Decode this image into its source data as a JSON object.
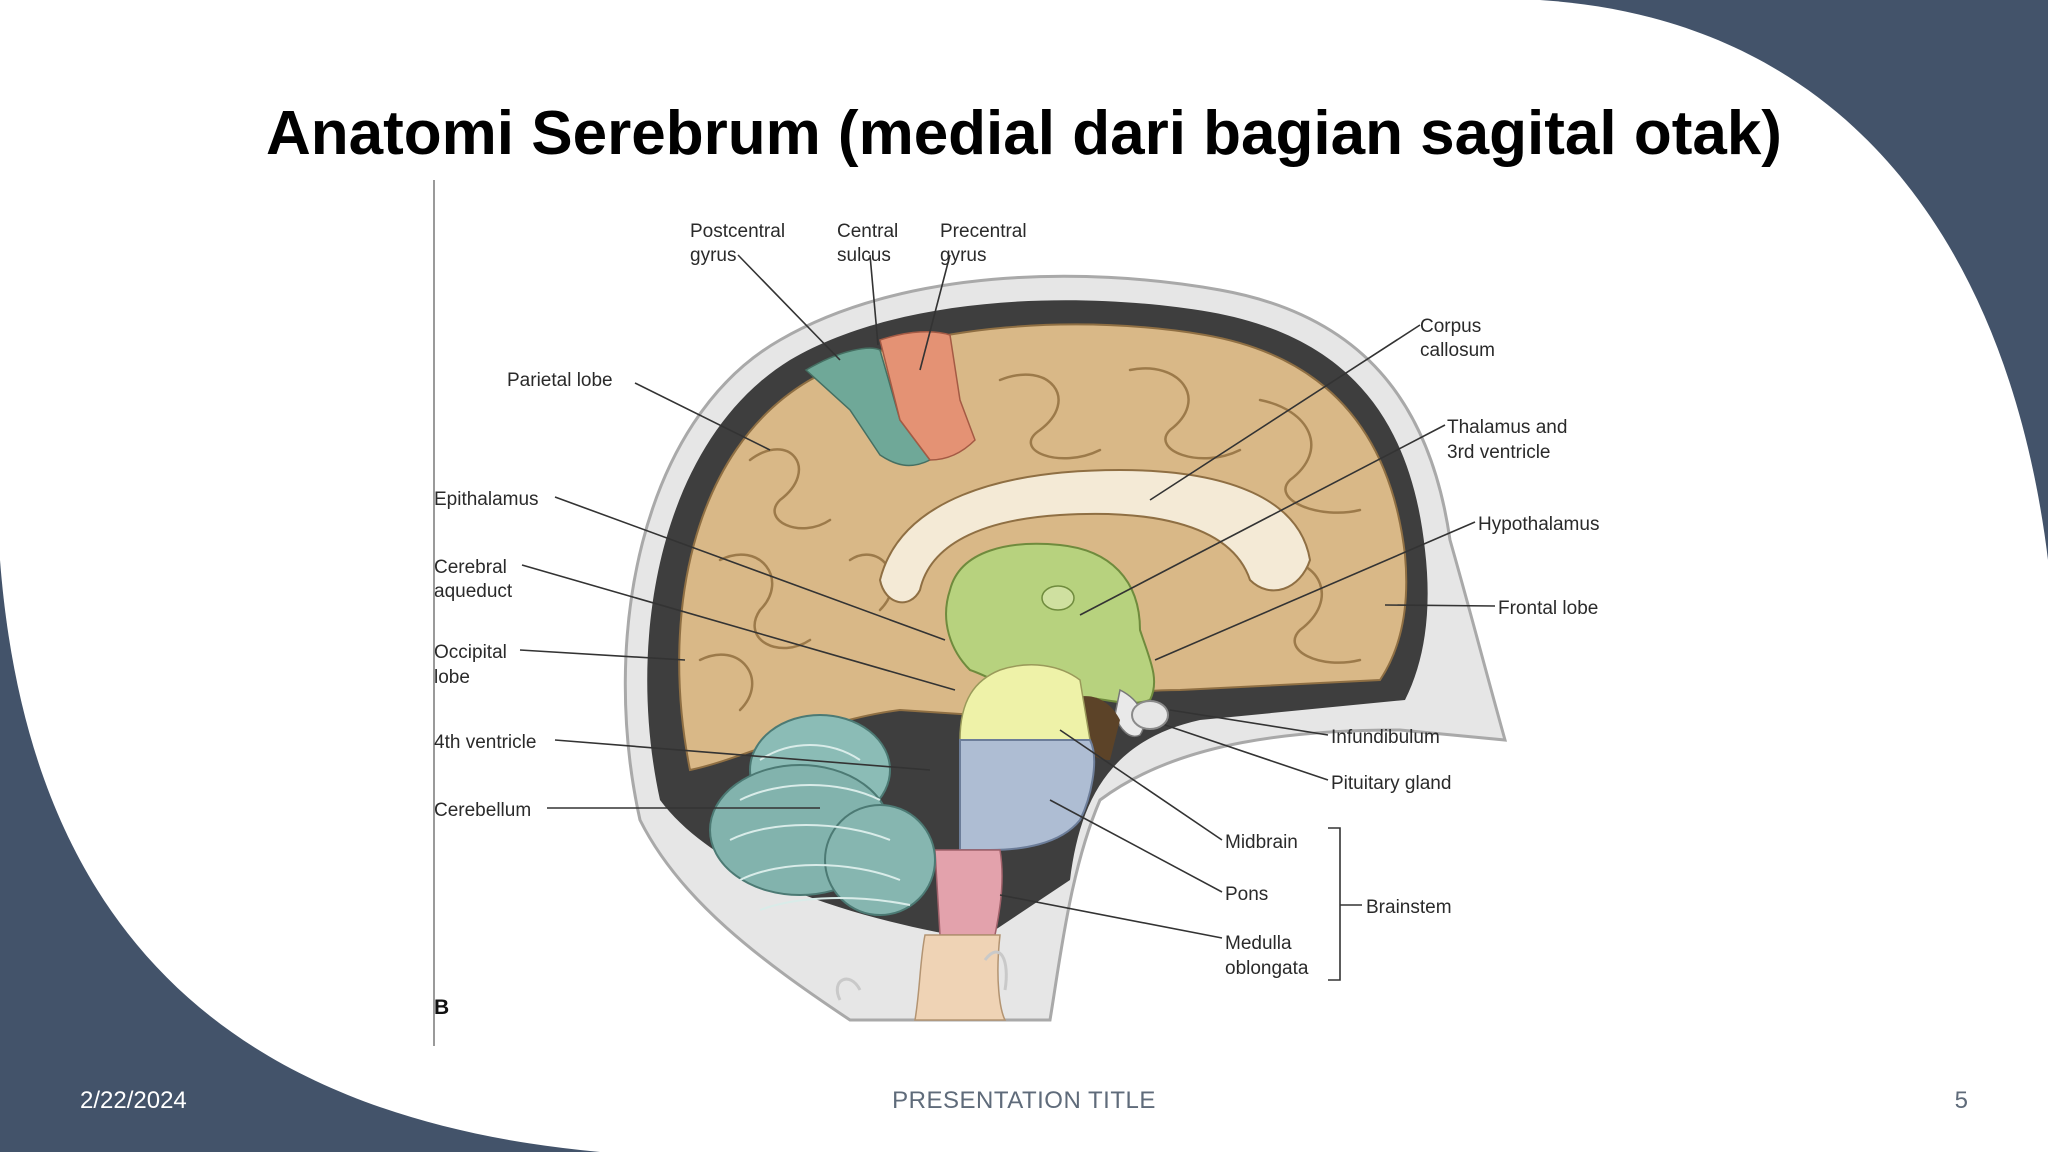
{
  "slide": {
    "title": "Anatomi Serebrum (medial dari bagian sagital otak)",
    "footer": {
      "date": "2/22/2024",
      "presentation_title": "PRESENTATION TITLE",
      "page_number": "5"
    },
    "colors": {
      "accent": "#43536a",
      "background": "#ffffff",
      "title": "#000000"
    }
  },
  "figure": {
    "panel_letter": "B",
    "labels": {
      "postcentral_gyrus": [
        "Postcentral",
        "gyrus"
      ],
      "central_sulcus": [
        "Central",
        "sulcus"
      ],
      "precentral_gyrus": [
        "Precentral",
        "gyrus"
      ],
      "corpus_callosum": [
        "Corpus",
        "callosum"
      ],
      "parietal_lobe": "Parietal lobe",
      "thalamus": [
        "Thalamus and",
        "3rd ventricle"
      ],
      "hypothalamus": "Hypothalamus",
      "epithalamus": "Epithalamus",
      "cerebral_aqueduct": [
        "Cerebral",
        "aqueduct"
      ],
      "frontal_lobe": "Frontal lobe",
      "occipital_lobe": [
        "Occipital",
        "lobe"
      ],
      "fourth_ventricle": "4th ventricle",
      "infundibulum": "Infundibulum",
      "pituitary_gland": "Pituitary gland",
      "cerebellum": "Cerebellum",
      "midbrain": "Midbrain",
      "pons": "Pons",
      "brainstem": "Brainstem",
      "medulla_oblongata": [
        "Medulla",
        "oblongata"
      ]
    }
  }
}
